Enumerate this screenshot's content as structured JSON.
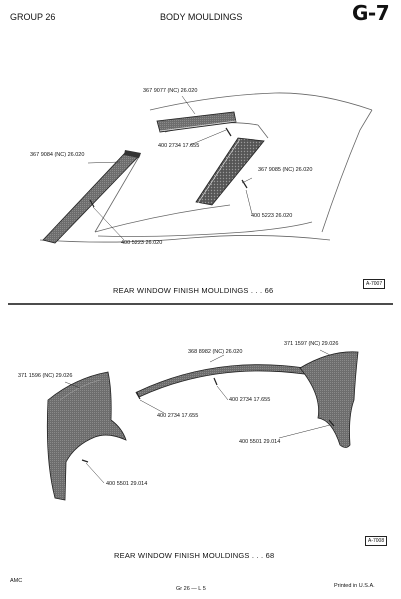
{
  "header": {
    "group": "GROUP 26",
    "title": "BODY MOULDINGS",
    "page_code": "G-7"
  },
  "top": {
    "labels": {
      "p1": "367 9077 (NC)  26.020",
      "p2": "367 9084 (NC)  26.020",
      "p3": "400 2734   17.655",
      "p4": "367 9085 (NC)  26.020",
      "p5": "400 5223   26.020",
      "p6": "400 5223   26.020"
    },
    "caption": "REAR WINDOW FINISH MOULDINGS . . . 66",
    "ref": "A-7007"
  },
  "bottom": {
    "labels": {
      "q1": "368 8982 (NC)  26.020",
      "q2": "371 1597 (NC)  29.026",
      "q3": "371 1596 (NC)  29.026",
      "q4": "400 2734   17.655",
      "q5": "400 2734   17.655",
      "q6": "400 5501   29.014",
      "q7": "400 5501   29.014"
    },
    "caption": "REAR WINDOW FINISH MOULDINGS . . . 68",
    "ref": "A-7008"
  },
  "footer": {
    "left": "AMC",
    "center": "Gr 26 — L 5",
    "right": "Printed in U.S.A."
  }
}
